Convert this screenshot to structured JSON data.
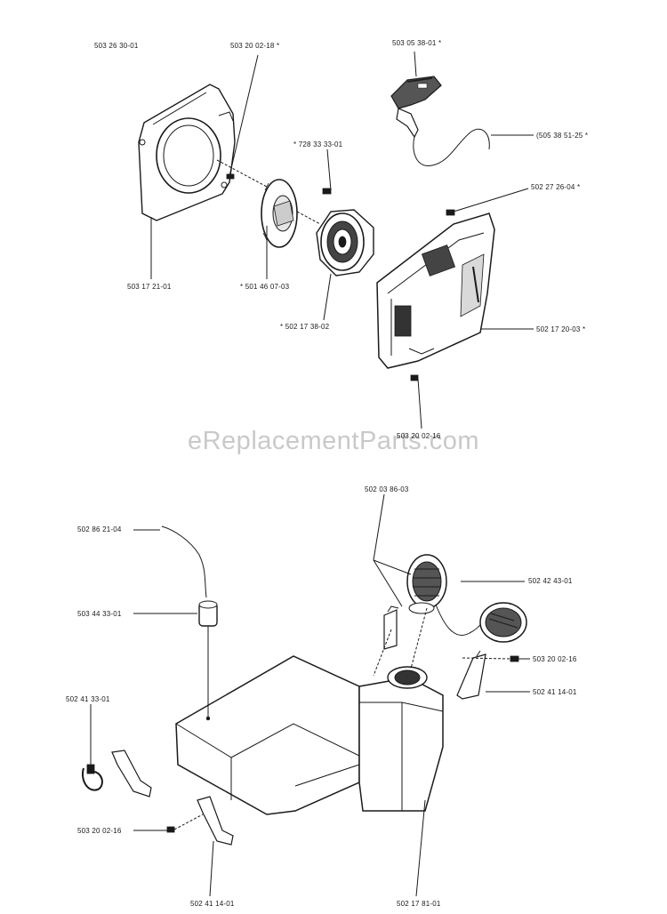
{
  "watermark": "eReplacementParts.com",
  "part_numbers": [
    "503 26 30-01",
    "503 20 02-18 *",
    "503 05 38-01 *",
    "* 728 33 33-01",
    "(505 38 51-25 *",
    "502 27 26-04 *",
    "503 17 21-01",
    "* 501 46 07-03",
    "* 502 17 38-02",
    "502 17 20-03 *",
    "503 20 02-16",
    "502 03 86-03",
    "502 86 21-04",
    "502 42 43-01",
    "503 44 33-01",
    "503 20 02-16",
    "502 41 33-01",
    "502 41 14-01",
    "503 20 02-16",
    "502 41 14-01",
    "502 17 81-01"
  ]
}
